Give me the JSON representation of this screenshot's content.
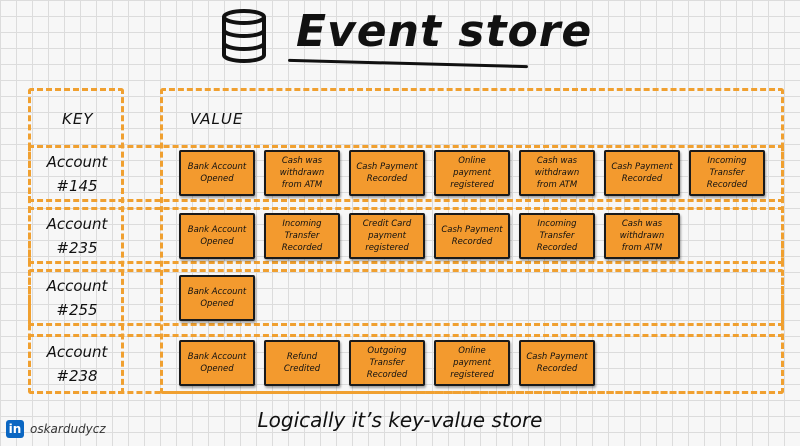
{
  "title": "Event store",
  "headers": {
    "key": "KEY",
    "value": "VALUE"
  },
  "rows": [
    {
      "account": "Account",
      "number": "#145",
      "events": [
        "Bank Account Opened",
        "Cash was withdrawn from ATM",
        "Cash Payment Recorded",
        "Online payment registered",
        "Cash was withdrawn from ATM",
        "Cash Payment Recorded",
        "Incoming Transfer Recorded"
      ]
    },
    {
      "account": "Account",
      "number": "#235",
      "events": [
        "Bank Account Opened",
        "Incoming Transfer Recorded",
        "Credit Card payment registered",
        "Cash Payment Recorded",
        "Incoming Transfer Recorded",
        "Cash was withdrawn from ATM"
      ]
    },
    {
      "account": "Account",
      "number": "#255",
      "events": [
        "Bank Account Opened"
      ]
    },
    {
      "account": "Account",
      "number": "#238",
      "events": [
        "Bank Account Opened",
        "Refund Credited",
        "Outgoing Transfer Recorded",
        "Online payment registered",
        "Cash Payment Recorded"
      ]
    }
  ],
  "footer": "Logically it’s key-value store",
  "author": {
    "icon_text": "in",
    "handle": "oskardudycz"
  },
  "colors": {
    "accent": "#f0a030",
    "sticky": "#f39a2e",
    "linkedin": "#0a66c2"
  }
}
